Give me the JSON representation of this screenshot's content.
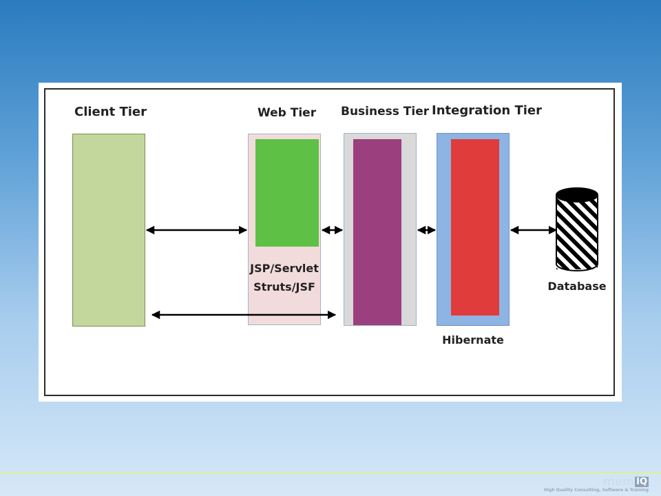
{
  "diagram": {
    "tiers": {
      "client": {
        "title": "Client Tier"
      },
      "web": {
        "title": "Web Tier",
        "tech_line1": "JSP/Servlet",
        "tech_line2": "Struts/JSF"
      },
      "business": {
        "title": "Business Tier"
      },
      "integration": {
        "title": "Integration Tier",
        "tech": "Hibernate"
      }
    },
    "database": {
      "label": "Database"
    },
    "colors": {
      "client": "#c3d69b",
      "web_outer": "#f2dcdb",
      "web_inner": "#5fc046",
      "business_outer": "#d9d9d9",
      "business_inner": "#9b3f7f",
      "integration_outer": "#8db4e2",
      "integration_inner": "#e03c3c"
    }
  },
  "branding": {
    "logo_text": "mem",
    "logo_badge": "IQ",
    "tagline": "High Quality Consulting, Software & Training"
  }
}
